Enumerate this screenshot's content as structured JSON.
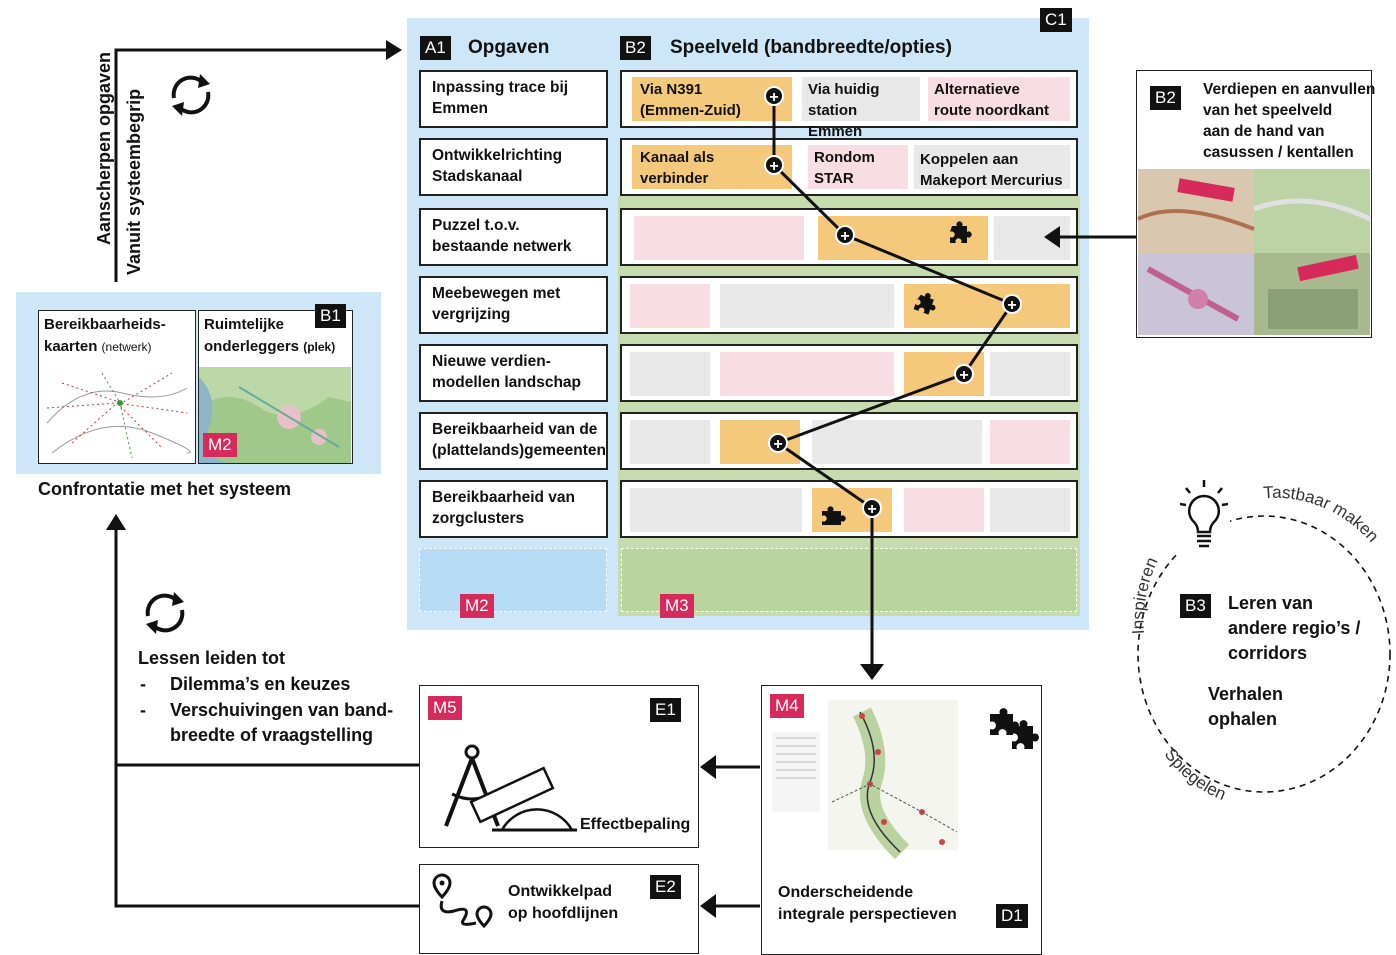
{
  "c1_tag": "C1",
  "a1": {
    "tag": "A1",
    "title": "Opgaven"
  },
  "b2": {
    "tag": "B2",
    "title": "Speelveld (bandbreedte/opties)"
  },
  "rows": [
    {
      "l1": "Inpassing trace bij",
      "l2": "Emmen"
    },
    {
      "l1": "Ontwikkelrichting",
      "l2": "Stadskanaal"
    },
    {
      "l1": "Puzzel t.o.v.",
      "l2": "bestaande netwerk"
    },
    {
      "l1": "Meebewegen met",
      "l2": "vergrijzing"
    },
    {
      "l1": "Nieuwe verdien-",
      "l2": "modellen landschap"
    },
    {
      "l1": "Bereikbaarheid van de",
      "l2": "(plattelands)gemeenten"
    },
    {
      "l1": "Bereikbaarheid van",
      "l2": "zorgclusters"
    }
  ],
  "options": {
    "r1c1": {
      "l1": "Via N391",
      "l2": "(Emmen-Zuid)"
    },
    "r1c2": {
      "l1": "Via huidig",
      "l2": "station Emmen"
    },
    "r1c3": {
      "l1": "Alternatieve",
      "l2": "route noordkant"
    },
    "r2c1": {
      "l1": "Kanaal als",
      "l2": "verbinder"
    },
    "r2c2": {
      "l1": "Rondom",
      "l2": "STAR"
    },
    "r2c3": {
      "l1": "Koppelen aan",
      "l2": "Makeport Mercurius"
    }
  },
  "m2": "M2",
  "m3": "M3",
  "m4": "M4",
  "m5": "M5",
  "left_axis": {
    "outer": "Aanscherpen opgaven",
    "inner": "Vanuit systeembegrip"
  },
  "b1": {
    "tag": "B1",
    "maps1_l1": "Bereikbaarheids-",
    "maps1_l2": "kaarten",
    "maps1_small": "(netwerk)",
    "maps2_l1": "Ruimtelijke",
    "maps2_l2": "onderleggers",
    "maps2_small": "(plek)",
    "m2": "M2",
    "caption": "Confrontatie met het systeem"
  },
  "b2_side": {
    "tag": "B2",
    "l1": "Verdiepen en aanvullen",
    "l2": "van het speelveld",
    "l3": "aan de hand van",
    "l4": "casussen / kentallen"
  },
  "lessons": {
    "title": "Lessen leiden tot",
    "item1": "Dilemma’s en keuzes",
    "item2a": "Verschuivingen van band-",
    "item2b": "breedte of vraagstelling",
    "dash": "-"
  },
  "e1": {
    "tag": "E1",
    "label": "Effectbepaling"
  },
  "e2": {
    "tag": "E2",
    "l1": "Ontwikkelpad",
    "l2": "op hoofdlijnen"
  },
  "d1": {
    "tag": "D1",
    "l1": "Onderscheidende",
    "l2": "integrale perspectieven"
  },
  "b3": {
    "tag": "B3",
    "l1": "Leren van",
    "l2": "andere regio’s /",
    "l3": "corridors",
    "v1": "Verhalen",
    "v2": "ophalen",
    "arc_top": "Tastbaar maken",
    "arc_left": "Inspireren",
    "arc_bottom": "Spiegelen"
  },
  "colors": {
    "orange": "#f4c97b",
    "grey": "#e8e8e8",
    "pink": "#f8dde2",
    "blue": "#cde6f8",
    "green": "#c7dcae",
    "magenta": "#d62a5c"
  }
}
